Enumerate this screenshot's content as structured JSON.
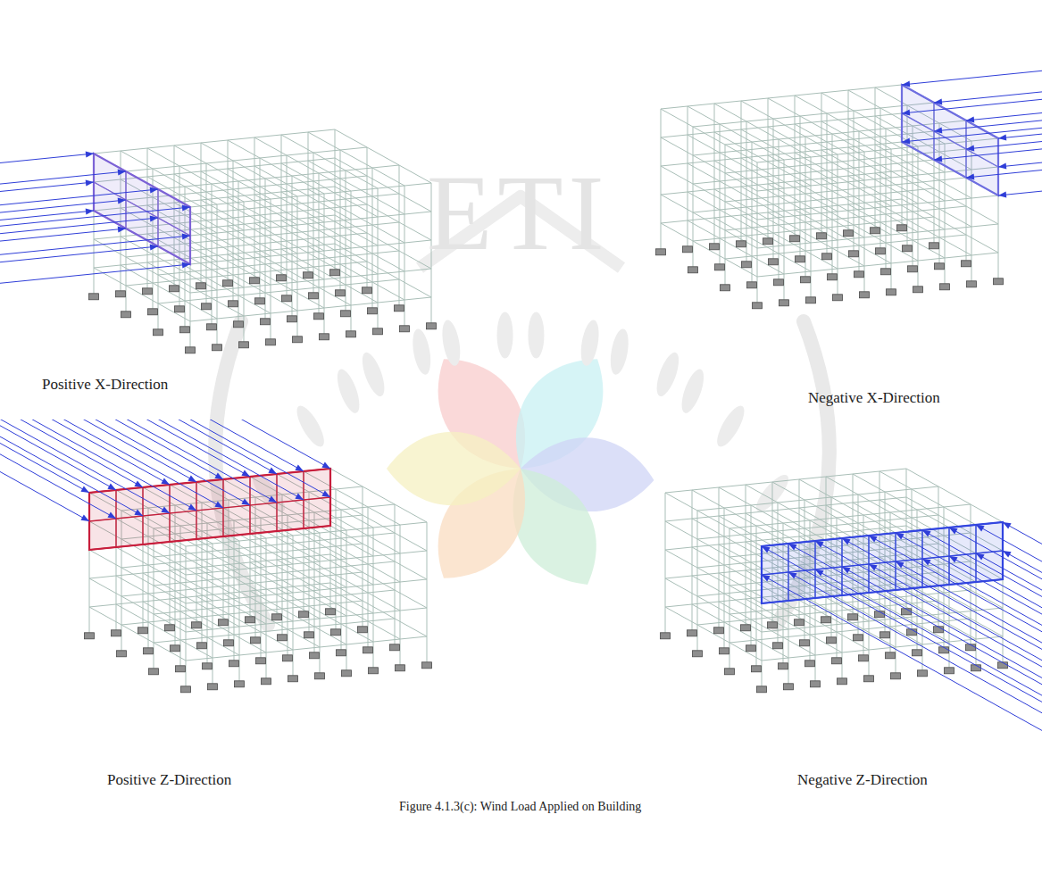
{
  "diagram": {
    "caption": "Figure 4.1.3(c): Wind Load Applied on Building",
    "labels": [
      "ETI",
      "Positive X-Direction",
      "Negative X-Direction",
      "Positive Z-Direction",
      "Negative Z-Direction"
    ]
  }
}
